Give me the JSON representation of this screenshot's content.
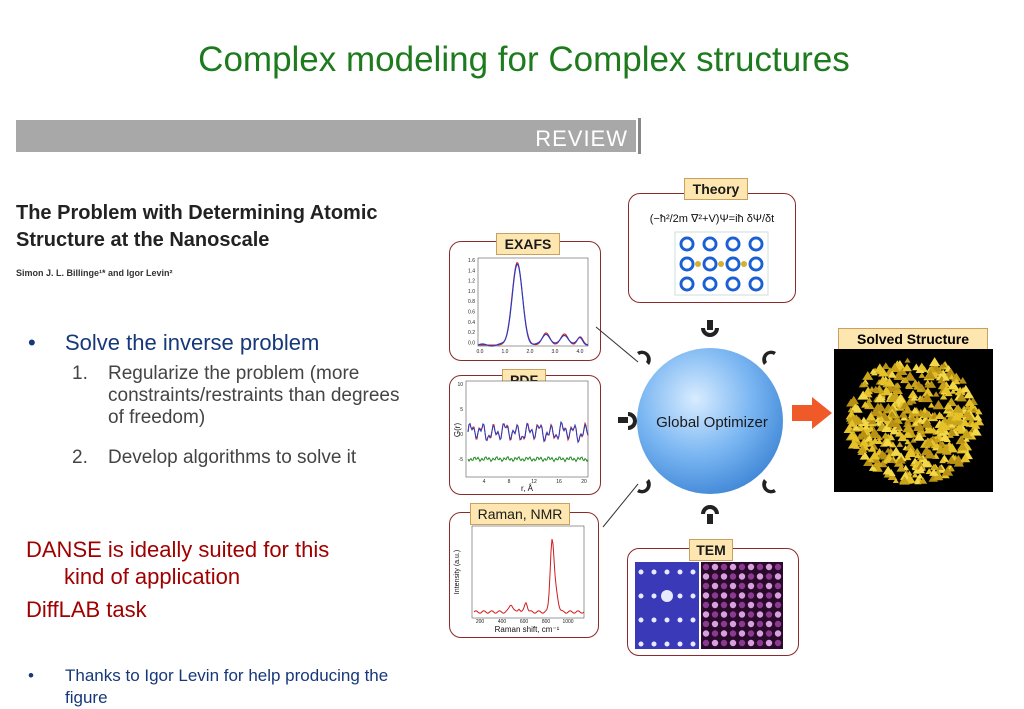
{
  "slide": {
    "title": "Complex modeling for Complex structures",
    "review_label": "REVIEW",
    "paper_title_line1": "The Problem with Determining Atomic",
    "paper_title_line2": "Structure at the Nanoscale",
    "paper_authors": "Simon J. L. Billinge¹* and Igor Levin²",
    "bullet_main": "Solve the inverse problem",
    "sub1_num": "1.",
    "sub1_text": "Regularize the problem (more constraints/restraints than degrees of freedom)",
    "sub2_num": "2.",
    "sub2_text": "Develop algorithms to solve it",
    "danse_line1": "DANSE is ideally suited for this",
    "danse_line2": "kind of application",
    "difflab": "DiffLAB task",
    "thanks_text": "Thanks to Igor Levin for help producing the figure"
  },
  "figure": {
    "theory_label": "Theory",
    "exafs_label": "EXAFS",
    "pdf_label": "PDF",
    "raman_label": "Raman, NMR",
    "tem_label": "TEM",
    "solved_label": "Solved Structure",
    "optimizer_label": "Global Optimizer",
    "theory_equation": "(−ħ²/2m ∇²+V)Ψ=iħ δΨ/δt",
    "pdf_xlabel": "r, Å",
    "pdf_ylabel": "G(r)",
    "raman_xlabel": "Raman shift, cm⁻¹",
    "raman_ylabel": "Intensity (a.u.)",
    "exafs_yticks": [
      "1.6",
      "1.4",
      "1.2",
      "1.0",
      "0.8",
      "0.6",
      "0.4",
      "0.2",
      "0.0"
    ],
    "exafs_xticks": [
      "0.0",
      "1.0",
      "2.0",
      "3.0",
      "4.0"
    ],
    "pdf_yticks": [
      "10",
      "5",
      "0",
      "-5"
    ],
    "pdf_xticks": [
      "4",
      "8",
      "12",
      "16",
      "20"
    ],
    "raman_xticks": [
      "200",
      "400",
      "600",
      "800",
      "1000"
    ],
    "colors": {
      "title_green": "#1d7a1d",
      "bullet_blue": "#16387a",
      "danse_red": "#a00000",
      "arrow_orange": "#f05a28",
      "sphere_blue": "#5a9de6"
    }
  }
}
